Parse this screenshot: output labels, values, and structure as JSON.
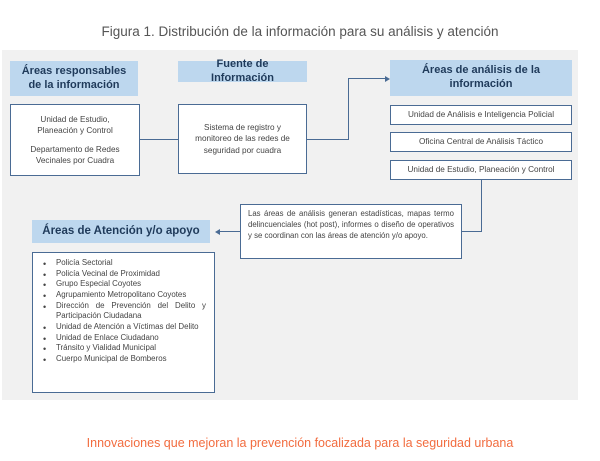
{
  "figure": {
    "title": "Figura 1. Distribución de la información para su análisis y atención"
  },
  "diagram": {
    "responsible_areas": {
      "header": "Áreas responsables de la información",
      "items": [
        "Unidad de Estudio, Planeación y Control",
        "Departamento de Redes Vecinales por Cuadra"
      ]
    },
    "information_source": {
      "header": "Fuente de Información",
      "text": "Sistema de registro y monitoreo de las redes de seguridad por cuadra"
    },
    "analysis_areas": {
      "header": "Áreas de análisis de la información",
      "items": [
        "Unidad de Análisis e Inteligencia Policial",
        "Oficina Central de Análisis Táctico",
        "Unidad de Estudio, Planeación y Control"
      ]
    },
    "analysis_note": "Las áreas de análisis generan estadísticas, mapas termo delincuenciales (hot post), informes o diseño de operativos y se coordinan con las áreas de atención y/o apoyo.",
    "support_areas": {
      "header": "Áreas de Atención y/o apoyo",
      "items": [
        "Policía Sectorial",
        "Policía Vecinal de Proximidad",
        "Grupo Especial Coyotes",
        "Agrupamiento Metropolitano Coyotes",
        "Dirección de Prevención del Delito y Participación Ciudadana",
        "Unidad de Atención a Víctimas del Delito",
        "Unidad de Enlace Ciudadano",
        "Tránsito y Vialidad Municipal",
        "Cuerpo Municipal de Bomberos"
      ]
    },
    "colors": {
      "header_fill": "#bdd7ee",
      "border": "#4a6b94",
      "panel": "#f1f1f1"
    }
  },
  "footer": {
    "caption": "Innovaciones que mejoran la prevención focalizada para la seguridad urbana",
    "color": "#f26c3f"
  }
}
